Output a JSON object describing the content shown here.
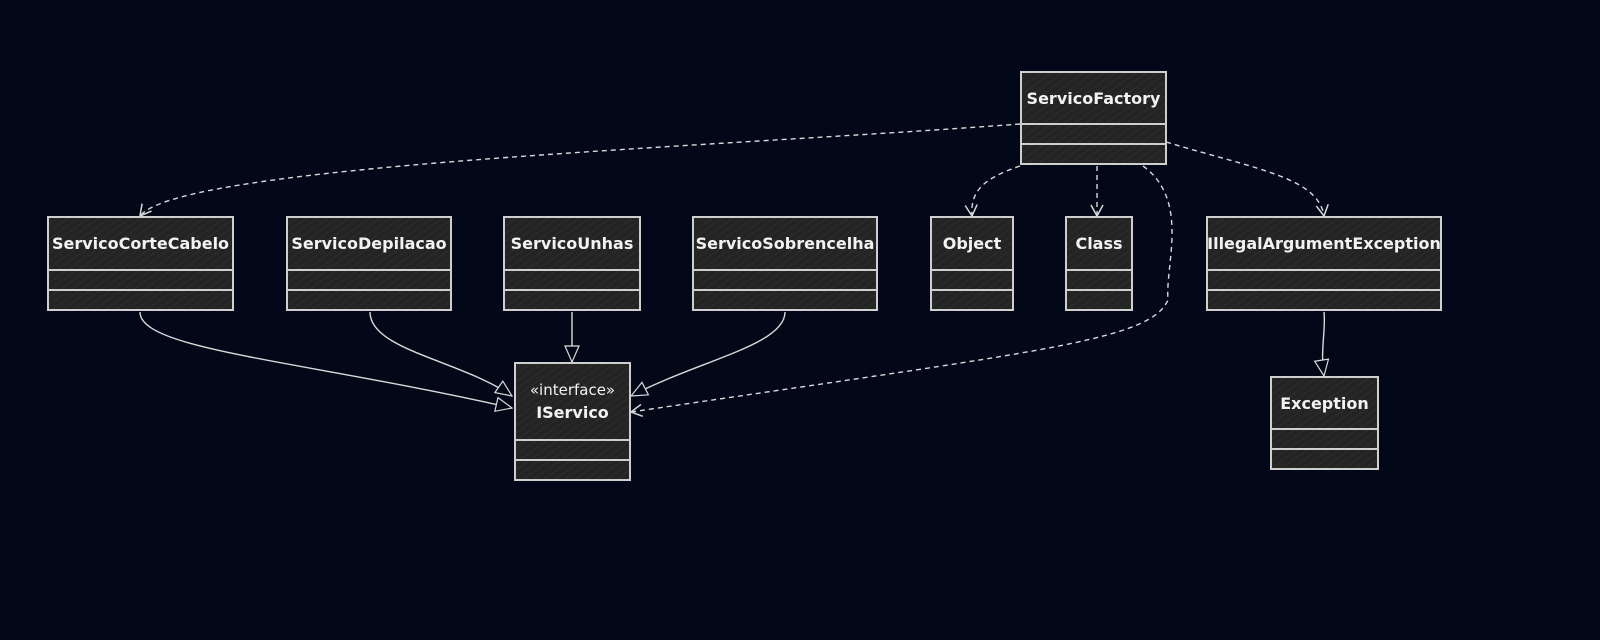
{
  "classes": {
    "servico_factory": {
      "name": "ServicoFactory"
    },
    "servico_corte_cabelo": {
      "name": "ServicoCorteCabelo"
    },
    "servico_depilacao": {
      "name": "ServicoDepilacao"
    },
    "servico_unhas": {
      "name": "ServicoUnhas"
    },
    "servico_sobrancelha": {
      "name": "ServicoSobrencelha"
    },
    "object": {
      "name": "Object"
    },
    "class": {
      "name": "Class"
    },
    "illegal_argument_exception": {
      "name": "IllegalArgumentException"
    },
    "exception": {
      "name": "Exception"
    },
    "iservico": {
      "name": "IServico",
      "stereotype": "«interface»"
    }
  },
  "relations": [
    {
      "from": "ServicoCorteCabelo",
      "to": "IServico",
      "kind": "realization"
    },
    {
      "from": "ServicoDepilacao",
      "to": "IServico",
      "kind": "realization"
    },
    {
      "from": "ServicoUnhas",
      "to": "IServico",
      "kind": "realization"
    },
    {
      "from": "ServicoSobrencelha",
      "to": "IServico",
      "kind": "realization"
    },
    {
      "from": "IllegalArgumentException",
      "to": "Exception",
      "kind": "generalization"
    },
    {
      "from": "ServicoFactory",
      "to": "ServicoCorteCabelo",
      "kind": "dependency"
    },
    {
      "from": "ServicoFactory",
      "to": "Object",
      "kind": "dependency"
    },
    {
      "from": "ServicoFactory",
      "to": "Class",
      "kind": "dependency"
    },
    {
      "from": "ServicoFactory",
      "to": "IllegalArgumentException",
      "kind": "dependency"
    },
    {
      "from": "ServicoFactory",
      "to": "IServico",
      "kind": "dependency"
    }
  ],
  "colors": {
    "background": "#020817",
    "box_fill": "#242424",
    "stroke": "#cfcfcf",
    "text": "#f2f2f2"
  }
}
